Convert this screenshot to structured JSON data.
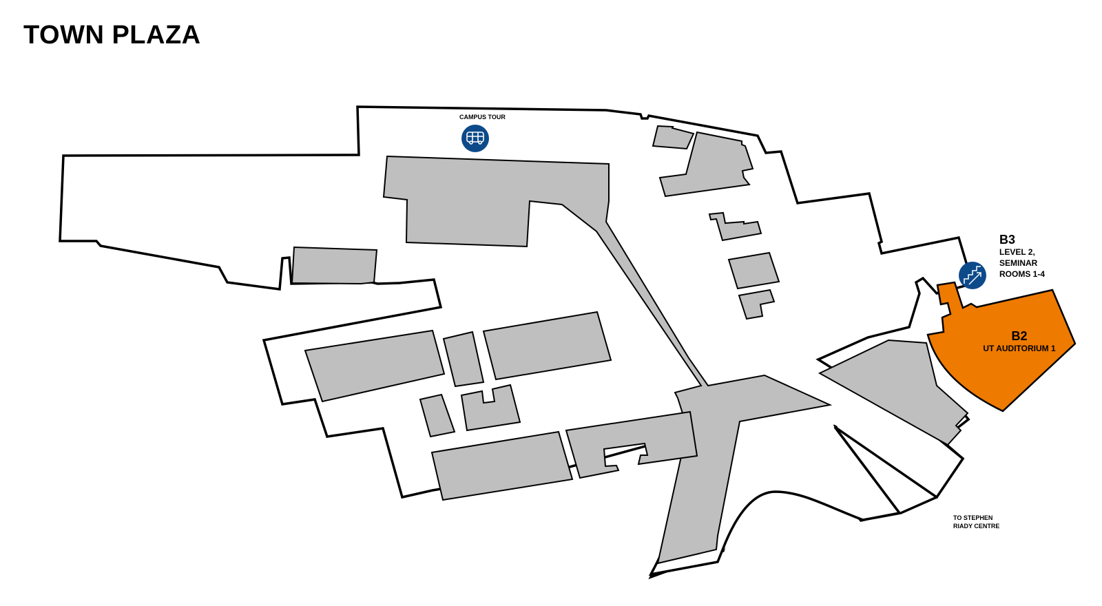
{
  "map": {
    "title": "TOWN PLAZA",
    "colors": {
      "building_fill": "#bfbfbf",
      "highlight_fill": "#ee7a00",
      "poi_fill": "#0d4a8a",
      "outline": "#000000",
      "background": "#ffffff"
    },
    "points_of_interest": [
      {
        "id": "campus-tour",
        "label": "CAMPUS TOUR",
        "icon": "bus-icon"
      },
      {
        "id": "b3",
        "code": "B3",
        "lines": [
          "LEVEL 2,",
          "SEMINAR",
          "ROOMS 1-4"
        ],
        "icon": "stairs-up-icon"
      }
    ],
    "highlighted_area": {
      "code": "B2",
      "name": "UT AUDITORIUM 1"
    },
    "direction_label": {
      "lines": [
        "TO STEPHEN",
        "RIADY CENTRE"
      ]
    }
  }
}
